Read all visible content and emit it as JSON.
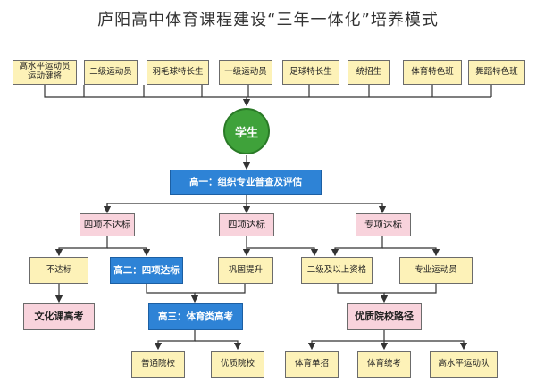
{
  "title": "庐阳高中体育课程建设“三年一体化”培养模式",
  "top_row": [
    "高水平运动员\n运动健将",
    "二级运动员",
    "羽毛球特长生",
    "一级运动员",
    "足球特长生",
    "统招生",
    "体育特色班",
    "舞蹈特色班"
  ],
  "student": "学生",
  "grade1": "高一：组织专业普查及评估",
  "level2": [
    "四项不达标",
    "四项达标",
    "专项达标"
  ],
  "level3": {
    "fail": "不达标",
    "grade2": "高二：四项达标",
    "consolidate": "巩固提升",
    "qualified": "二级及以上资格",
    "pro": "专业运动员"
  },
  "level4": {
    "culture": "文化课高考",
    "grade3": "高三：体育类高考",
    "quality": "优质院校路径"
  },
  "bottom_row": [
    "普通院校",
    "优质院校",
    "体育单招",
    "体育统考",
    "高水平运动队"
  ],
  "colors": {
    "yellow": "#fdf2b8",
    "pink": "#f8d3dc",
    "blue": "#2e83d6",
    "green": "#3fa23a"
  }
}
